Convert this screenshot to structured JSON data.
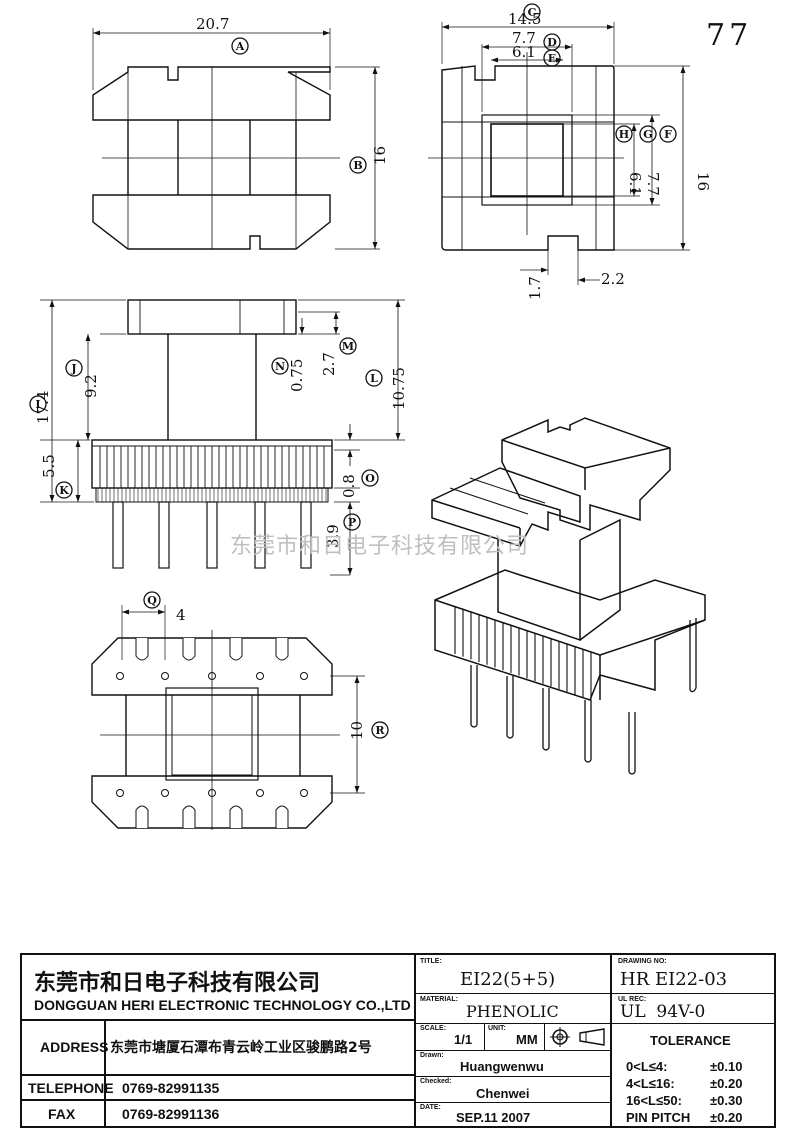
{
  "page_number": "77",
  "watermark": "东莞市和日电子科技有限公司",
  "dimensions": {
    "A": "20.7",
    "B": "16",
    "C": "14.5",
    "D": "7.7",
    "E": "6.1",
    "F": "16",
    "G": "7.7",
    "H": "6.1",
    "pin_w": "1.7",
    "pin_gap": "2.2",
    "I": "17.4",
    "J": "9.2",
    "K": "5.5",
    "L": "10.75",
    "M": "2.7",
    "N": "0.75",
    "O": "0.8",
    "P": "3.9",
    "Q": "4",
    "R": "10"
  },
  "markers": {
    "A": "A",
    "B": "B",
    "C": "C",
    "D": "D",
    "E": "E",
    "F": "F",
    "G": "G",
    "H": "H",
    "I": "I",
    "J": "J",
    "K": "K",
    "L": "L",
    "M": "M",
    "N": "N",
    "O": "O",
    "P": "P",
    "Q": "Q",
    "R": "R"
  },
  "title_block": {
    "company_cn": "东莞市和日电子科技有限公司",
    "company_en": "DONGGUAN HERI ELECTRONIC TECHNOLOGY CO.,LTD",
    "address_label": "ADDRESS",
    "address_value": "东莞市塘厦石潭布青云岭工业区骏鹏路2号",
    "telephone_label": "TELEPHONE",
    "telephone_value": "0769-82991135",
    "fax_label": "FAX",
    "fax_value": "0769-82991136",
    "title_label": "TITLE:",
    "title_value": "EI22(5+5)",
    "material_label": "MATERIAL:",
    "material_value": "PHENOLIC",
    "scale_label": "SCALE:",
    "scale_value": "1/1",
    "unit_label": "UNIT:",
    "unit_value": "MM",
    "drawn_label": "Drawn:",
    "drawn_value": "Huangwenwu",
    "checked_label": "Checked:",
    "checked_value": "Chenwei",
    "date_label": "DATE:",
    "date_value": "SEP.11 2007",
    "drawing_no_label": "DRAWING NO:",
    "drawing_no_value": "HR EI22-03",
    "ul_rec_label": "UL REC:",
    "ul_rec_value": "UL  94V-0",
    "tolerance_title": "TOLERANCE",
    "tolerances": [
      {
        "range": "0<L≤4:",
        "value": "±0.10"
      },
      {
        "range": "4<L≤16:",
        "value": "±0.20"
      },
      {
        "range": "16<L≤50:",
        "value": "±0.30"
      },
      {
        "range": "PIN PITCH",
        "value": "±0.20"
      }
    ]
  }
}
